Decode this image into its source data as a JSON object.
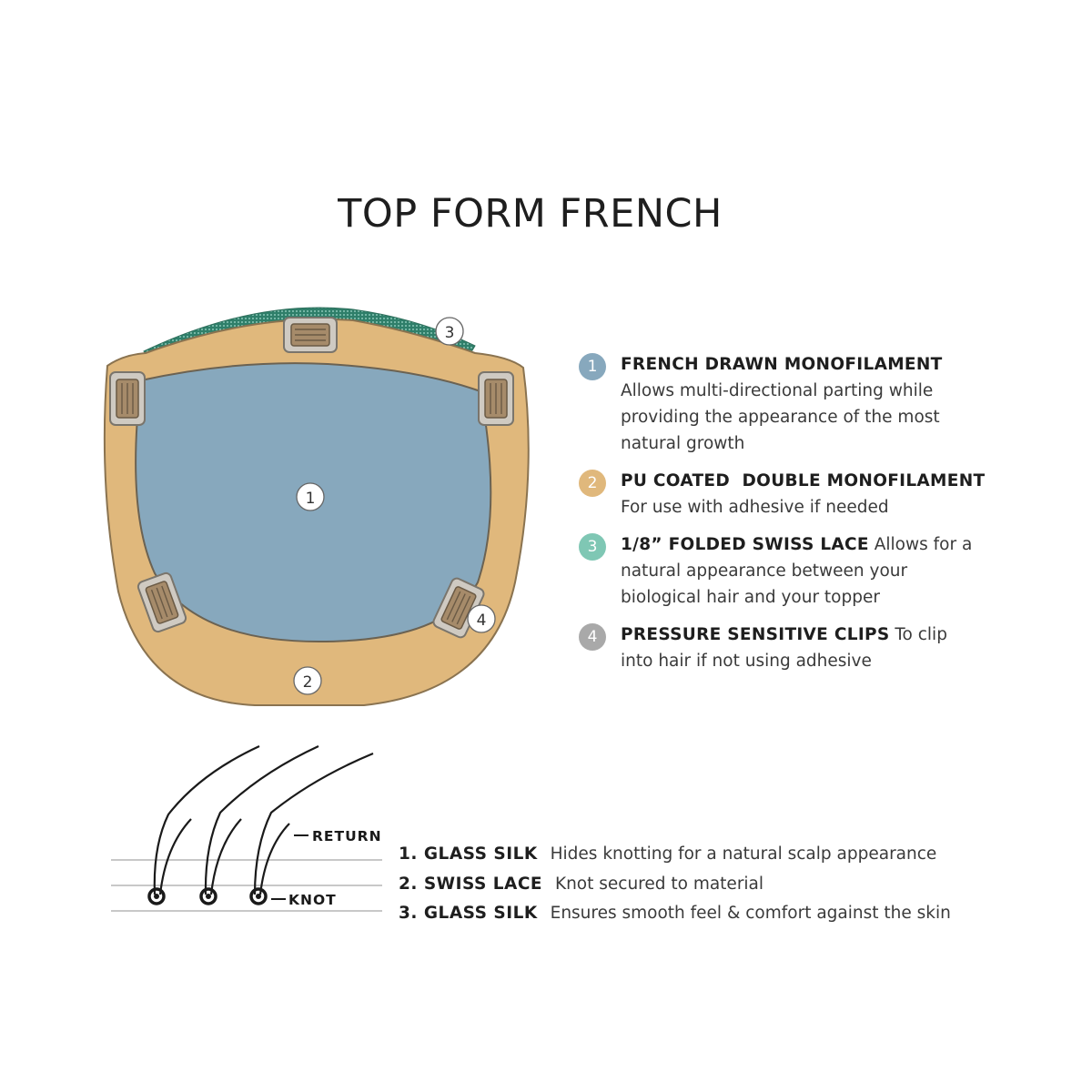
{
  "title": "TOP FORM FRENCH",
  "colors": {
    "monofilament": "#87a8bd",
    "pu_base": "#e0b87c",
    "swiss_lace": "#7fc7b4",
    "clips": "#a9a9a9",
    "outline": "#8a7350"
  },
  "diagram": {
    "markers": [
      "1",
      "2",
      "3",
      "4"
    ]
  },
  "legend": [
    {
      "number": "1",
      "heading": "FRENCH DRAWN MONOFILAMENT",
      "text": "Allows multi-directional parting while providing the appearance of the most natural growth",
      "color": "#87a8bd"
    },
    {
      "number": "2",
      "heading": "PU COATED  DOUBLE MONOFILAMENT",
      "text": "For use with adhesive if needed",
      "color": "#e0b87c"
    },
    {
      "number": "3",
      "heading": "1/8” FOLDED SWISS LACE",
      "text": "Allows for a natural appearance between your biological hair and your topper",
      "color": "#7fc7b4"
    },
    {
      "number": "4",
      "heading": "PRESSURE SENSITIVE CLIPS",
      "text": "To clip into hair if not using adhesive",
      "color": "#a9a9a9"
    }
  ],
  "hair_labels": {
    "return": "RETURN",
    "knot": "KNOT"
  },
  "layers": [
    {
      "heading": "1. GLASS SILK",
      "text": "Hides knotting for a natural scalp appearance"
    },
    {
      "heading": "2. SWISS LACE",
      "text": "Knot secured to material"
    },
    {
      "heading": "3. GLASS SILK",
      "text": "Ensures smooth feel & comfort against the skin"
    }
  ]
}
